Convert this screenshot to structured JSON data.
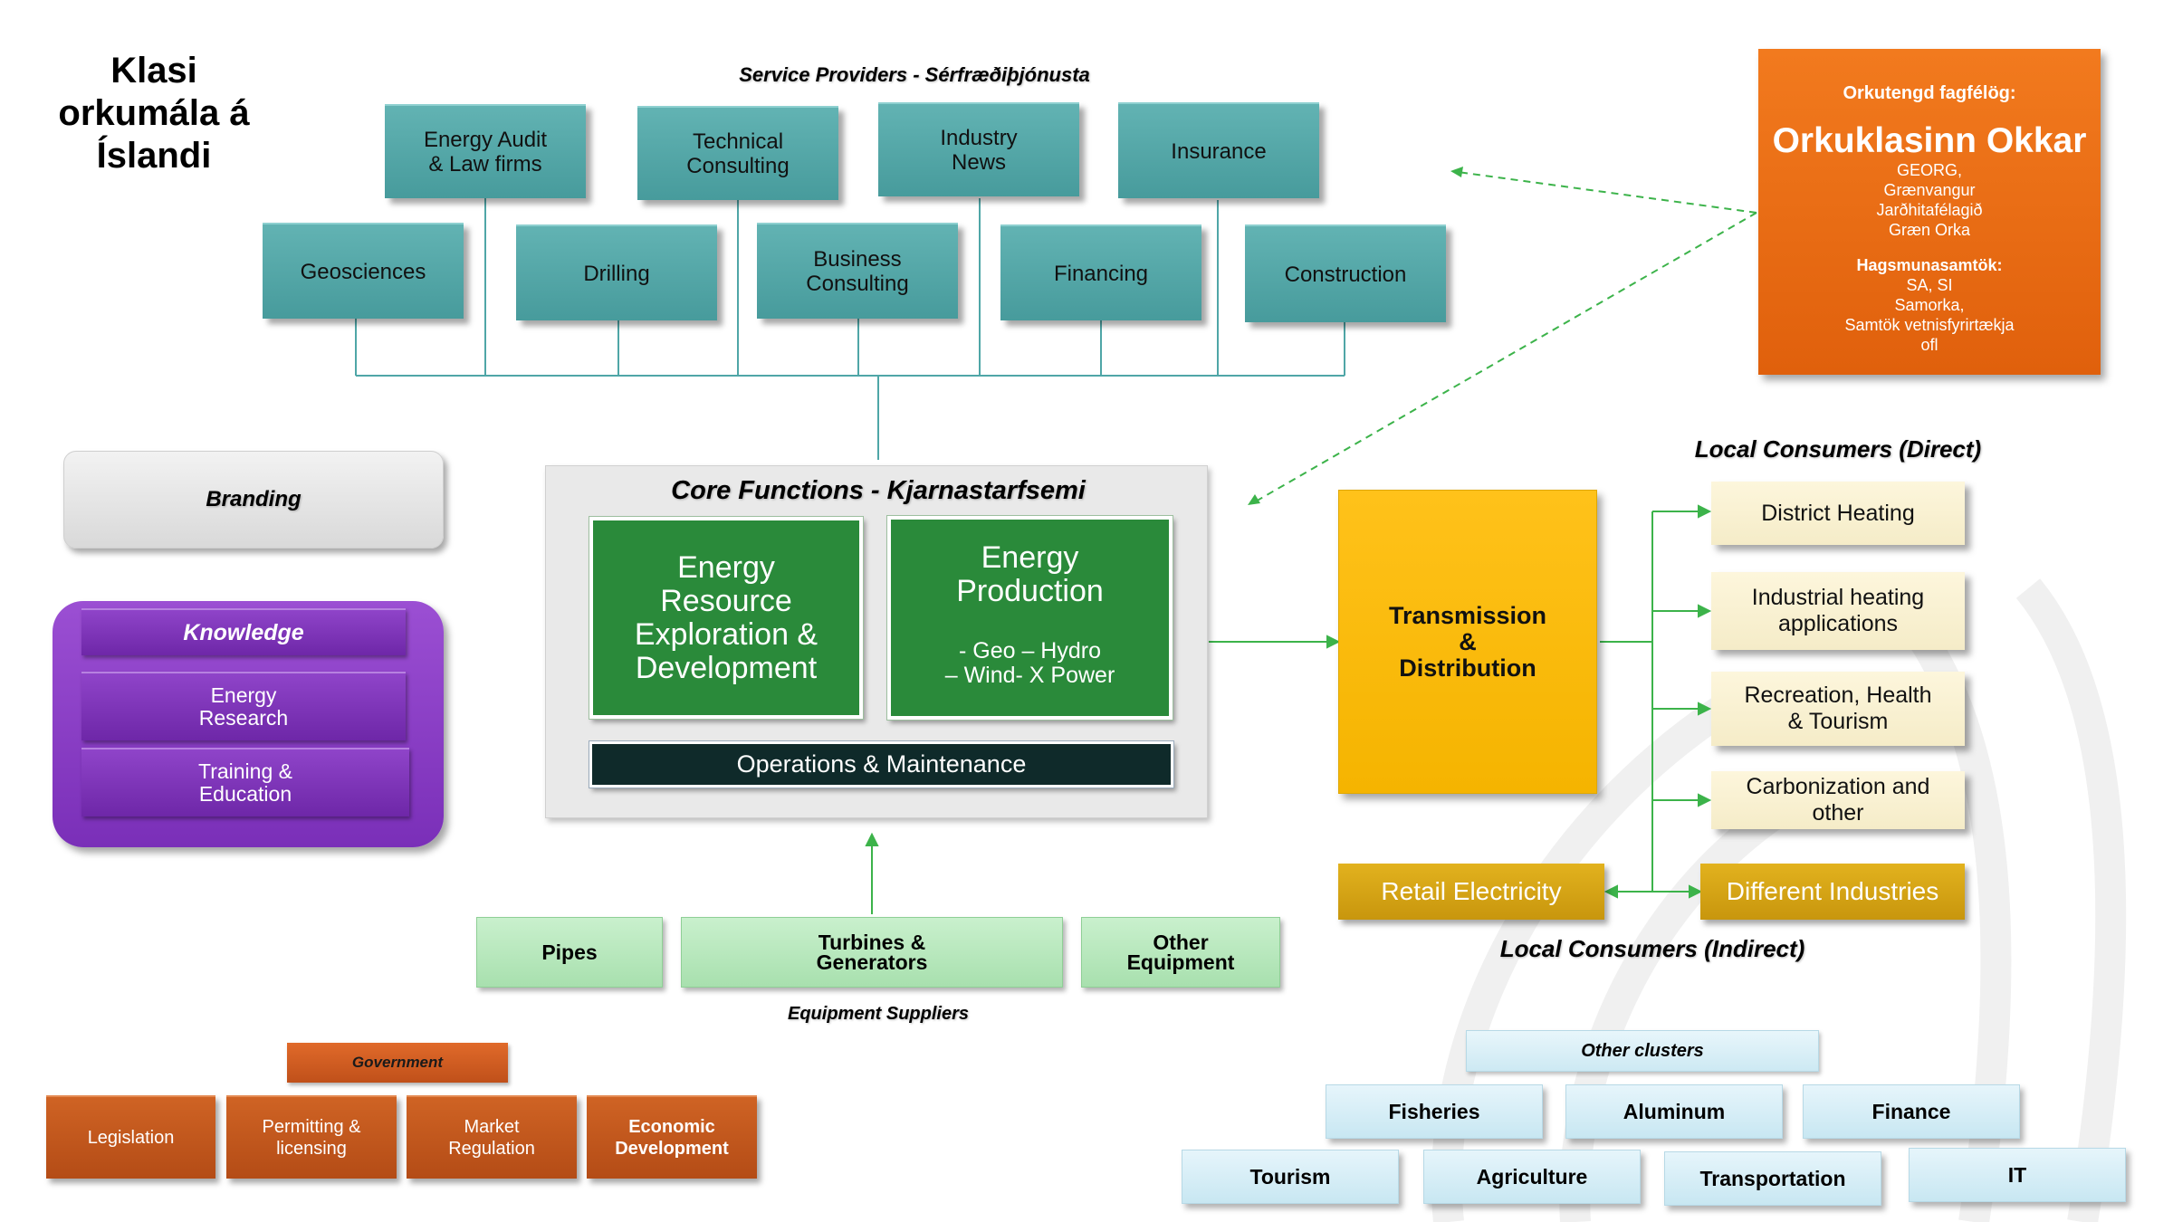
{
  "title": "Klasi\norkumála á\nÍslandi",
  "service_providers": {
    "title": "Service Providers - Sérfræðiþjónusta",
    "row1": [
      "Energy Audit\n& Law firms",
      "Technical\nConsulting",
      "Industry\nNews",
      "Insurance"
    ],
    "row2": [
      "Geosciences",
      "Drilling",
      "Business\nConsulting",
      "Financing",
      "Construction"
    ]
  },
  "branding": "Branding",
  "knowledge": {
    "title": "Knowledge",
    "items": [
      "Energy\nResearch",
      "Training &\nEducation"
    ]
  },
  "core": {
    "title": "Core Functions - Kjarnastarfsemi",
    "exploration": "Energy\nResource\nExploration &\nDevelopment",
    "production_title": "Energy\nProduction",
    "production_sub": "- Geo – Hydro\n– Wind- X Power",
    "ops": "Operations & Maintenance"
  },
  "transmission": "Transmission\n&\nDistribution",
  "local_direct": {
    "title": "Local Consumers (Direct)",
    "items": [
      "District Heating",
      "Industrial heating\napplications",
      "Recreation, Health\n& Tourism",
      "Carbonization and\nother"
    ]
  },
  "retail": "Retail Electricity",
  "industries": "Different Industries",
  "local_indirect_title": "Local Consumers (Indirect)",
  "equipment": {
    "items": [
      "Pipes",
      "Turbines &\nGenerators",
      "Other\nEquipment"
    ],
    "title": "Equipment Suppliers"
  },
  "government": {
    "title": "Government",
    "items": [
      "Legislation",
      "Permitting &\nlicensing",
      "Market\nRegulation",
      "Economic\nDevelopment"
    ]
  },
  "clusters": {
    "title": "Other clusters",
    "row1": [
      "Fisheries",
      "Aluminum",
      "Finance"
    ],
    "row2": [
      "Tourism",
      "Agriculture",
      "Transportation",
      "IT"
    ]
  },
  "associations": {
    "label": "Orkutengd fagfélög:",
    "name": "Orkuklasinn Okkar",
    "members": "GEORG,\nGrænvangur\nJarðhitafélagið\nGræn Orka",
    "interest_label": "Hagsmunasamtök:",
    "interest": "SA, SI\nSamorka,\nSamtök vetnisfyrirtækja\nofl"
  },
  "colors": {
    "teal": "#4fa6a7",
    "green": "#2a8a3a",
    "gold": "#f5b400",
    "purple": "#7a2fb8",
    "orange": "#e0600c",
    "arrow_green": "#3cb34a"
  }
}
